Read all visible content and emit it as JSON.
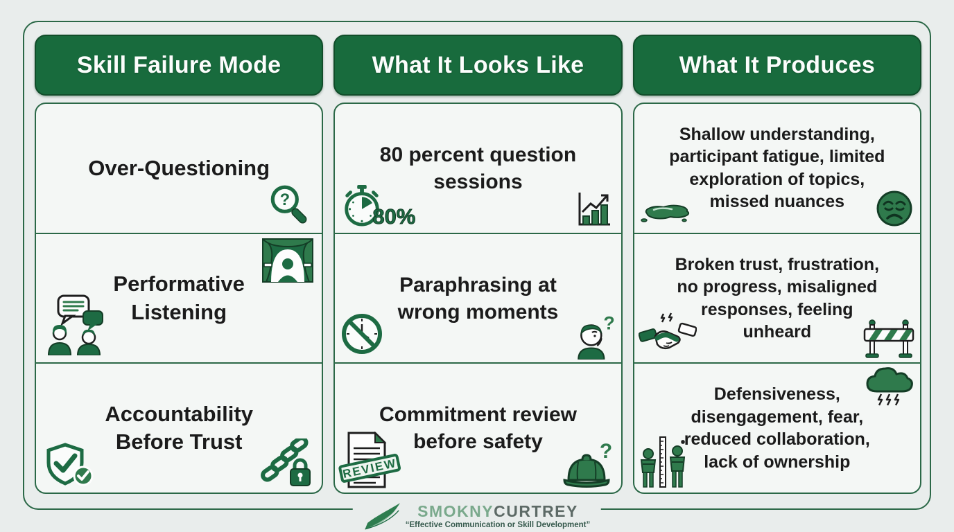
{
  "colors": {
    "background": "#e9edec",
    "header_green": "#186b3d",
    "border_green": "#2b6847",
    "cell_background": "#f4f7f5",
    "icon_stroke_green": "#1d6b43",
    "icon_fill_green": "#2f7a4c",
    "text": "#1b1b1b"
  },
  "table": {
    "headers": [
      {
        "label": "Skill Failure Mode"
      },
      {
        "label": "What It Looks Like"
      },
      {
        "label": "What It Produces"
      }
    ],
    "rows": [
      {
        "failure_mode": "Over-Questioning",
        "looks_like": "80 percent question sessions",
        "produces": "Shallow understanding, participant fatigue, limited exploration of topics, missed nuances",
        "icons": {
          "failure_mode": [
            "magnifier-question-icon"
          ],
          "looks_like": [
            "stopwatch-80-icon",
            "growth-chart-icon"
          ],
          "produces": [
            "puddle-icon",
            "sad-face-icon"
          ]
        }
      },
      {
        "failure_mode": "Performative Listening",
        "looks_like": "Paraphrasing at wrong moments",
        "produces": "Broken trust, frustration, no progress, misaligned responses, feeling unheard",
        "icons": {
          "failure_mode": [
            "stage-curtain-icon",
            "conversation-people-icon"
          ],
          "looks_like": [
            "clock-slash-icon",
            "thinking-person-icon"
          ],
          "produces": [
            "handshake-conflict-icon",
            "road-barrier-icon"
          ]
        }
      },
      {
        "failure_mode": "Accountability Before Trust",
        "looks_like": "Commitment review before safety",
        "produces": "Defensiveness, disengagement, fear, reduced collaboration, lack of ownership",
        "icons": {
          "failure_mode": [
            "shield-check-icon",
            "chain-lock-icon"
          ],
          "looks_like": [
            "review-document-icon",
            "hard-hat-question-icon"
          ],
          "produces": [
            "storm-cloud-icon",
            "people-measure-icon"
          ]
        }
      }
    ]
  },
  "icons": {
    "question_mark": "?",
    "stopwatch_label": "80%",
    "review_label": "REVIEW"
  },
  "footer": {
    "brand_primary": "SMOKNY",
    "brand_secondary": "CURTREY",
    "tagline": "“Effective Communication or Skill Development”"
  }
}
